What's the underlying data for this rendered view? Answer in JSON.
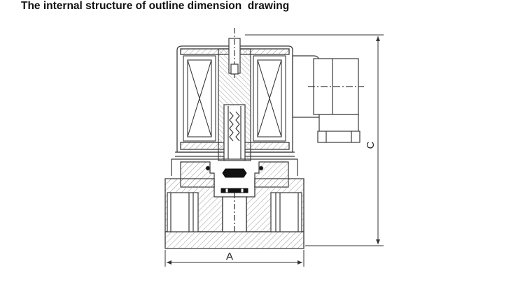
{
  "title": "The internal structure of outline dimension  drawing",
  "dimensions": {
    "width_label": "A",
    "height_label": "C"
  },
  "colors": {
    "line": "#3a3a3a",
    "hatch": "#9a9a9a",
    "seal": "#111111"
  }
}
